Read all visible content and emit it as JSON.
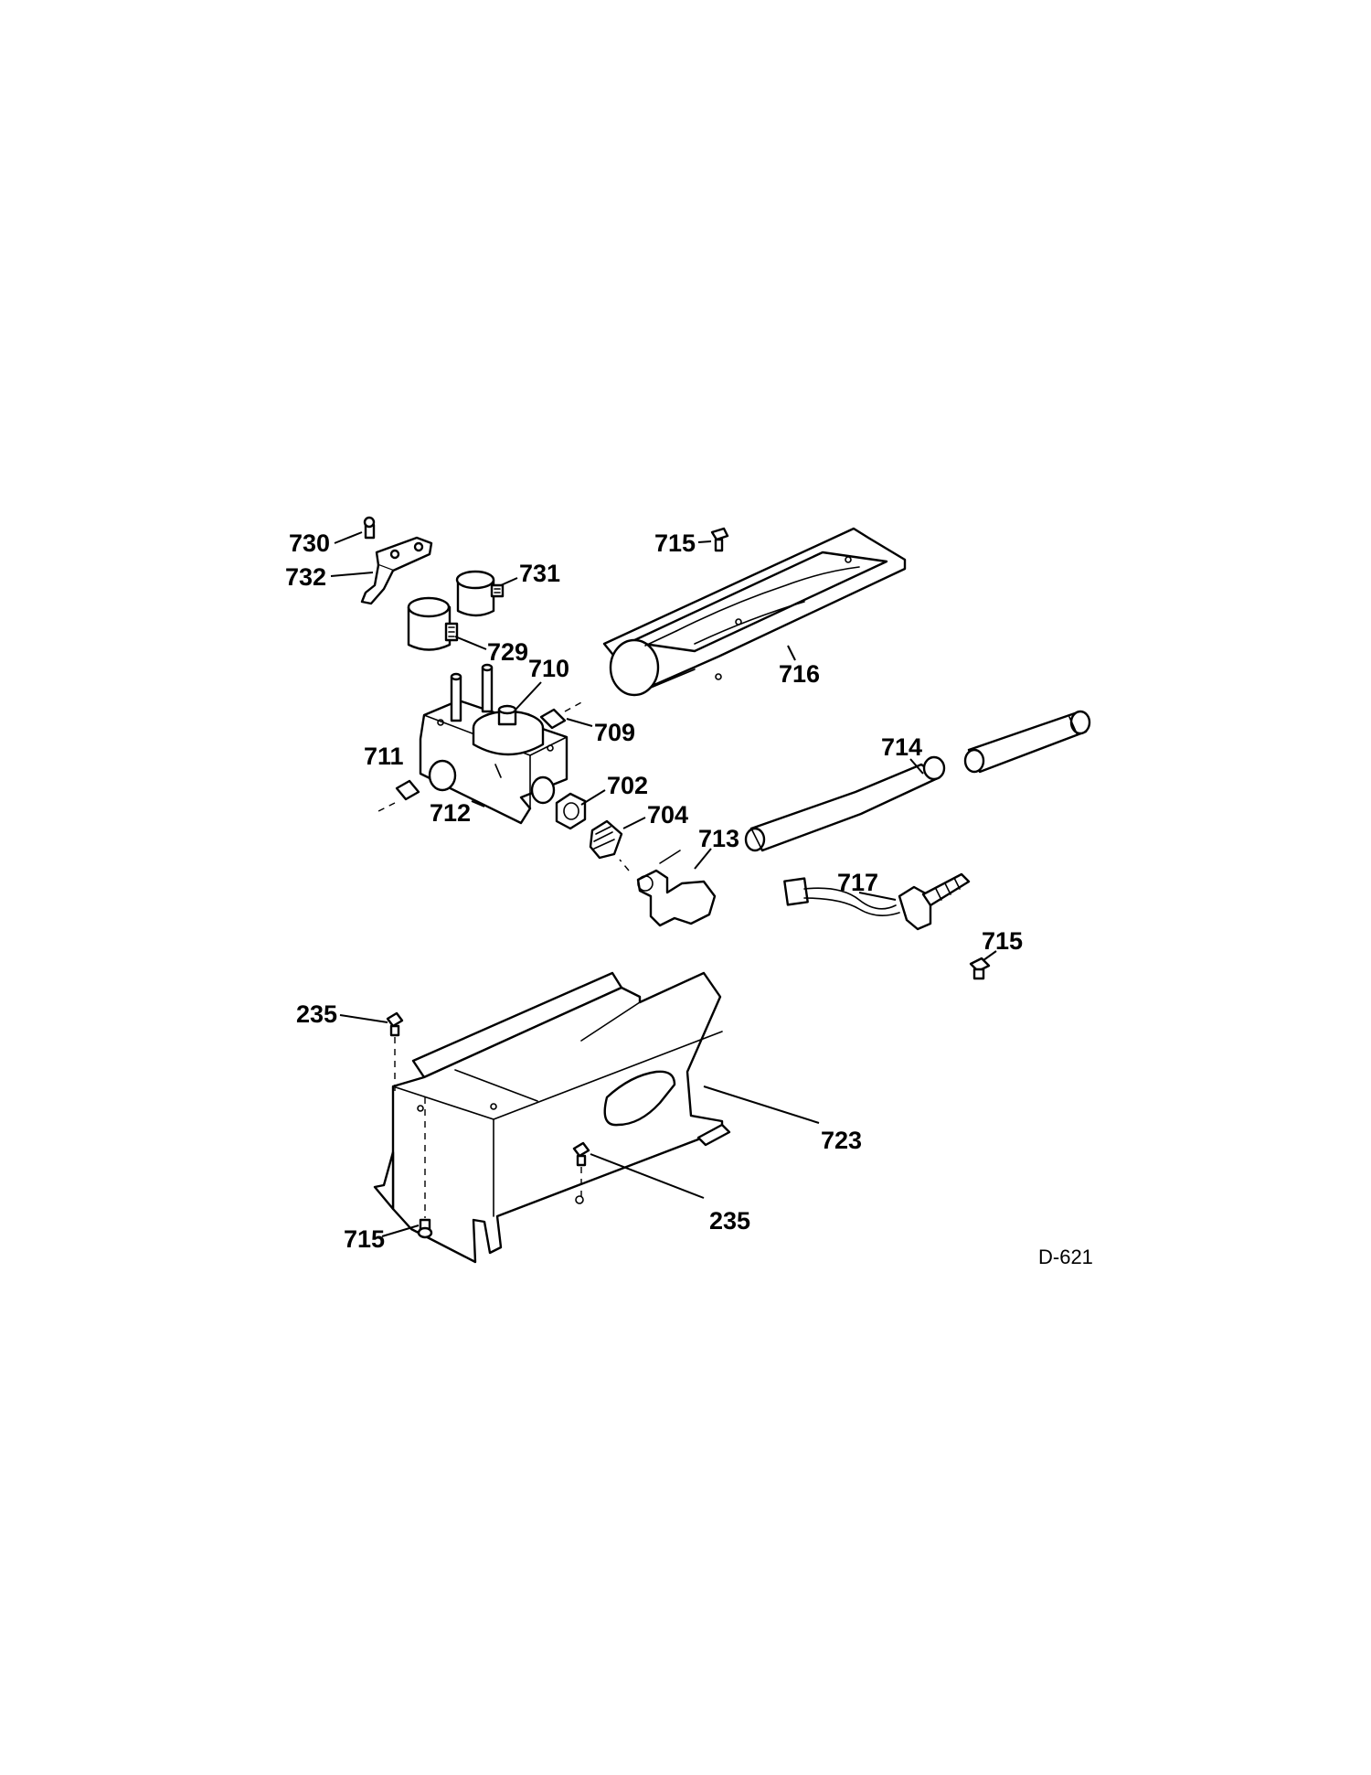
{
  "diagram": {
    "figure_id": "D-621",
    "callouts": {
      "c730": "730",
      "c732": "732",
      "c731": "731",
      "c729": "729",
      "c715_top": "715",
      "c716": "716",
      "c710": "710",
      "c709": "709",
      "c711": "711",
      "c712": "712",
      "c702": "702",
      "c704": "704",
      "c713": "713",
      "c714": "714",
      "c717": "717",
      "c715_right": "715",
      "c235_left": "235",
      "c723": "723",
      "c235_mid": "235",
      "c715_bottom": "715"
    }
  }
}
